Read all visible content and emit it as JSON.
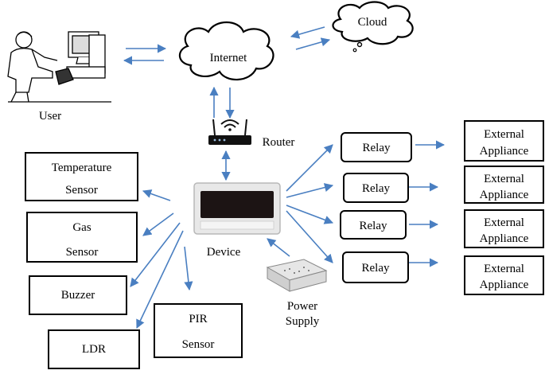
{
  "labels": {
    "user": "User",
    "internet": "Internet",
    "cloud": "Cloud",
    "router": "Router",
    "device": "Device",
    "power_line1": "Power",
    "power_line2": "Supply"
  },
  "sensors": {
    "temperature": {
      "line1": "Temperature",
      "line2": "Sensor"
    },
    "gas": {
      "line1": "Gas",
      "line2": "Sensor"
    },
    "buzzer": {
      "line1": "Buzzer"
    },
    "ldr": {
      "line1": "LDR"
    },
    "pir": {
      "line1": "PIR",
      "line2": "Sensor"
    }
  },
  "relays": [
    "Relay",
    "Relay",
    "Relay",
    "Relay"
  ],
  "appliances": [
    {
      "line1": "External",
      "line2": "Appliance"
    },
    {
      "line1": "External",
      "line2": "Appliance"
    },
    {
      "line1": "External",
      "line2": "Appliance"
    },
    {
      "line1": "External",
      "line2": "Appliance"
    }
  ],
  "colors": {
    "arrow": "#4a7fc1",
    "outline": "#000000",
    "device_body": "#e8e8e8",
    "device_screen": "#1c1414"
  },
  "icons": [
    "user-at-computer-icon",
    "internet-cloud-icon",
    "cloud-icon",
    "router-icon",
    "device-icon",
    "power-supply-icon"
  ]
}
